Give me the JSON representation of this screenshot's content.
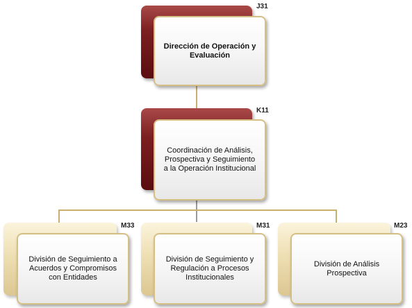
{
  "nodes": {
    "top": {
      "code": "J31",
      "label": "Dirección de Operación y Evaluación"
    },
    "middle": {
      "code": "K11",
      "label": "Coordinación de Análisis, Prospectiva y Seguimiento a la Operación Institucional"
    },
    "bottom_left": {
      "code": "M33",
      "label": "División de Seguimiento a Acuerdos y Compromisos con Entidades"
    },
    "bottom_center": {
      "code": "M31",
      "label": "División de Seguimiento y Regulación a Procesos Institucionales"
    },
    "bottom_right": {
      "code": "M23",
      "label": "División de Análisis Prospectiva"
    }
  },
  "colors": {
    "tab_dark": "#7c1f20",
    "tab_light": "#eedfb3",
    "card_border": "#d6bf84",
    "connector": "#c9b06c"
  }
}
